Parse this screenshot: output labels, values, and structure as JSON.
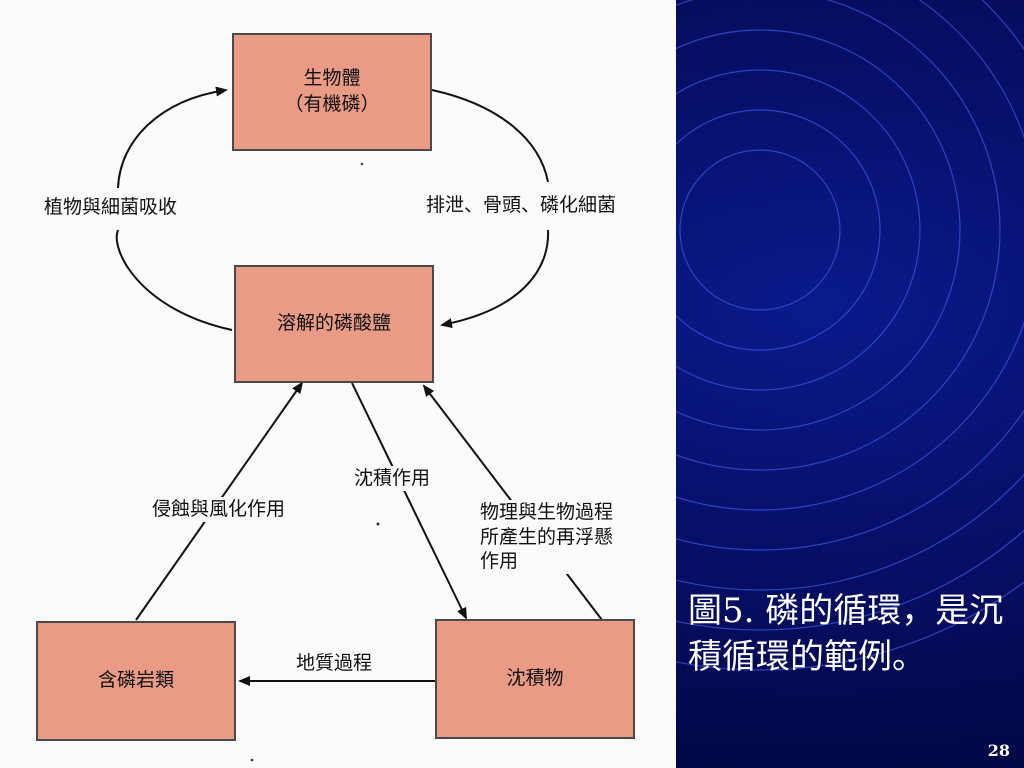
{
  "diagram": {
    "nodes": {
      "organisms": {
        "line1": "生物體",
        "line2": "（有機磷）"
      },
      "dissolved_phosphate": "溶解的磷酸鹽",
      "phosphate_rocks": "含磷岩類",
      "sediments": "沈積物"
    },
    "edges": {
      "plant_bacteria_uptake": "植物與細菌吸收",
      "excretion_bones_bacteria": "排泄、骨頭、磷化細菌",
      "erosion_weathering": "侵蝕與風化作用",
      "sedimentation": "沈積作用",
      "resuspension": {
        "line1": "物理與生物過程",
        "line2": "所產生的再浮懸",
        "line3": "作用"
      },
      "geological_process": "地質過程"
    }
  },
  "caption": "圖5. 磷的循環，是沉積循環的範例。",
  "page_number": "28",
  "colors": {
    "node_fill": "#e99b86",
    "background_dark": "#030848",
    "ring": "#3a55d8"
  }
}
